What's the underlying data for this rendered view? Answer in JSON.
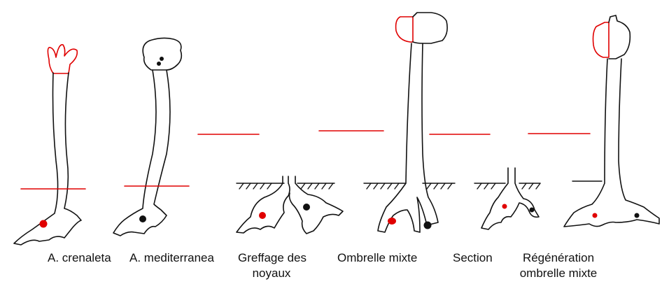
{
  "labels": {
    "step1": "A. crenaleta",
    "step2": "A. mediterranea",
    "step3_line1": "Greffage des",
    "step3_line2": "noyaux",
    "step4": "Ombrelle mixte",
    "step5": "Section",
    "step6_line1": "Régénération",
    "step6_line2": "ombrelle mixte"
  },
  "colors": {
    "outline": "#111111",
    "highlight": "#e00000"
  }
}
